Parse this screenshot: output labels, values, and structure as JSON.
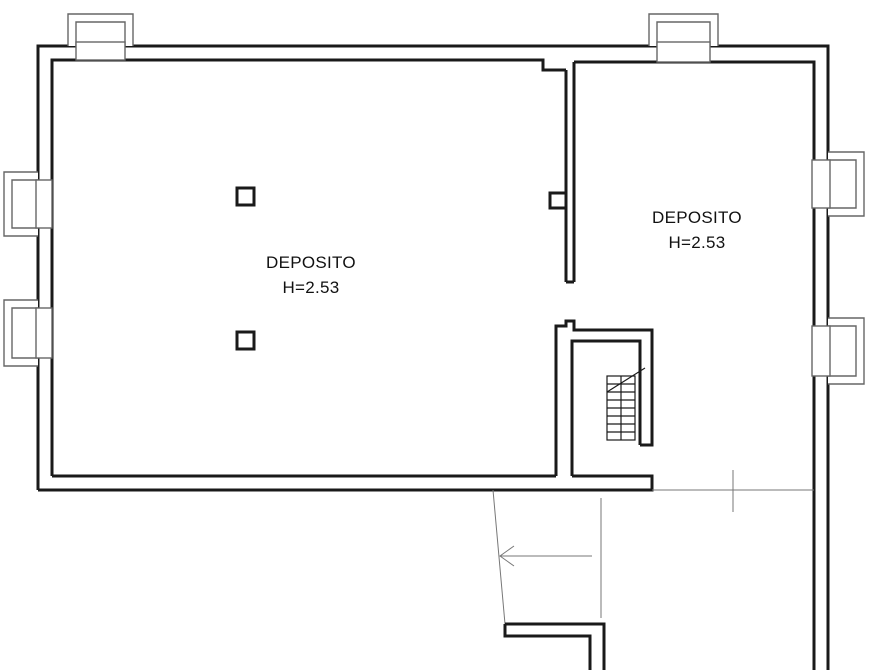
{
  "rooms": [
    {
      "name": "DEPOSITO",
      "height": "H=2.53"
    },
    {
      "name": "DEPOSITO",
      "height": "H=2.53"
    }
  ]
}
